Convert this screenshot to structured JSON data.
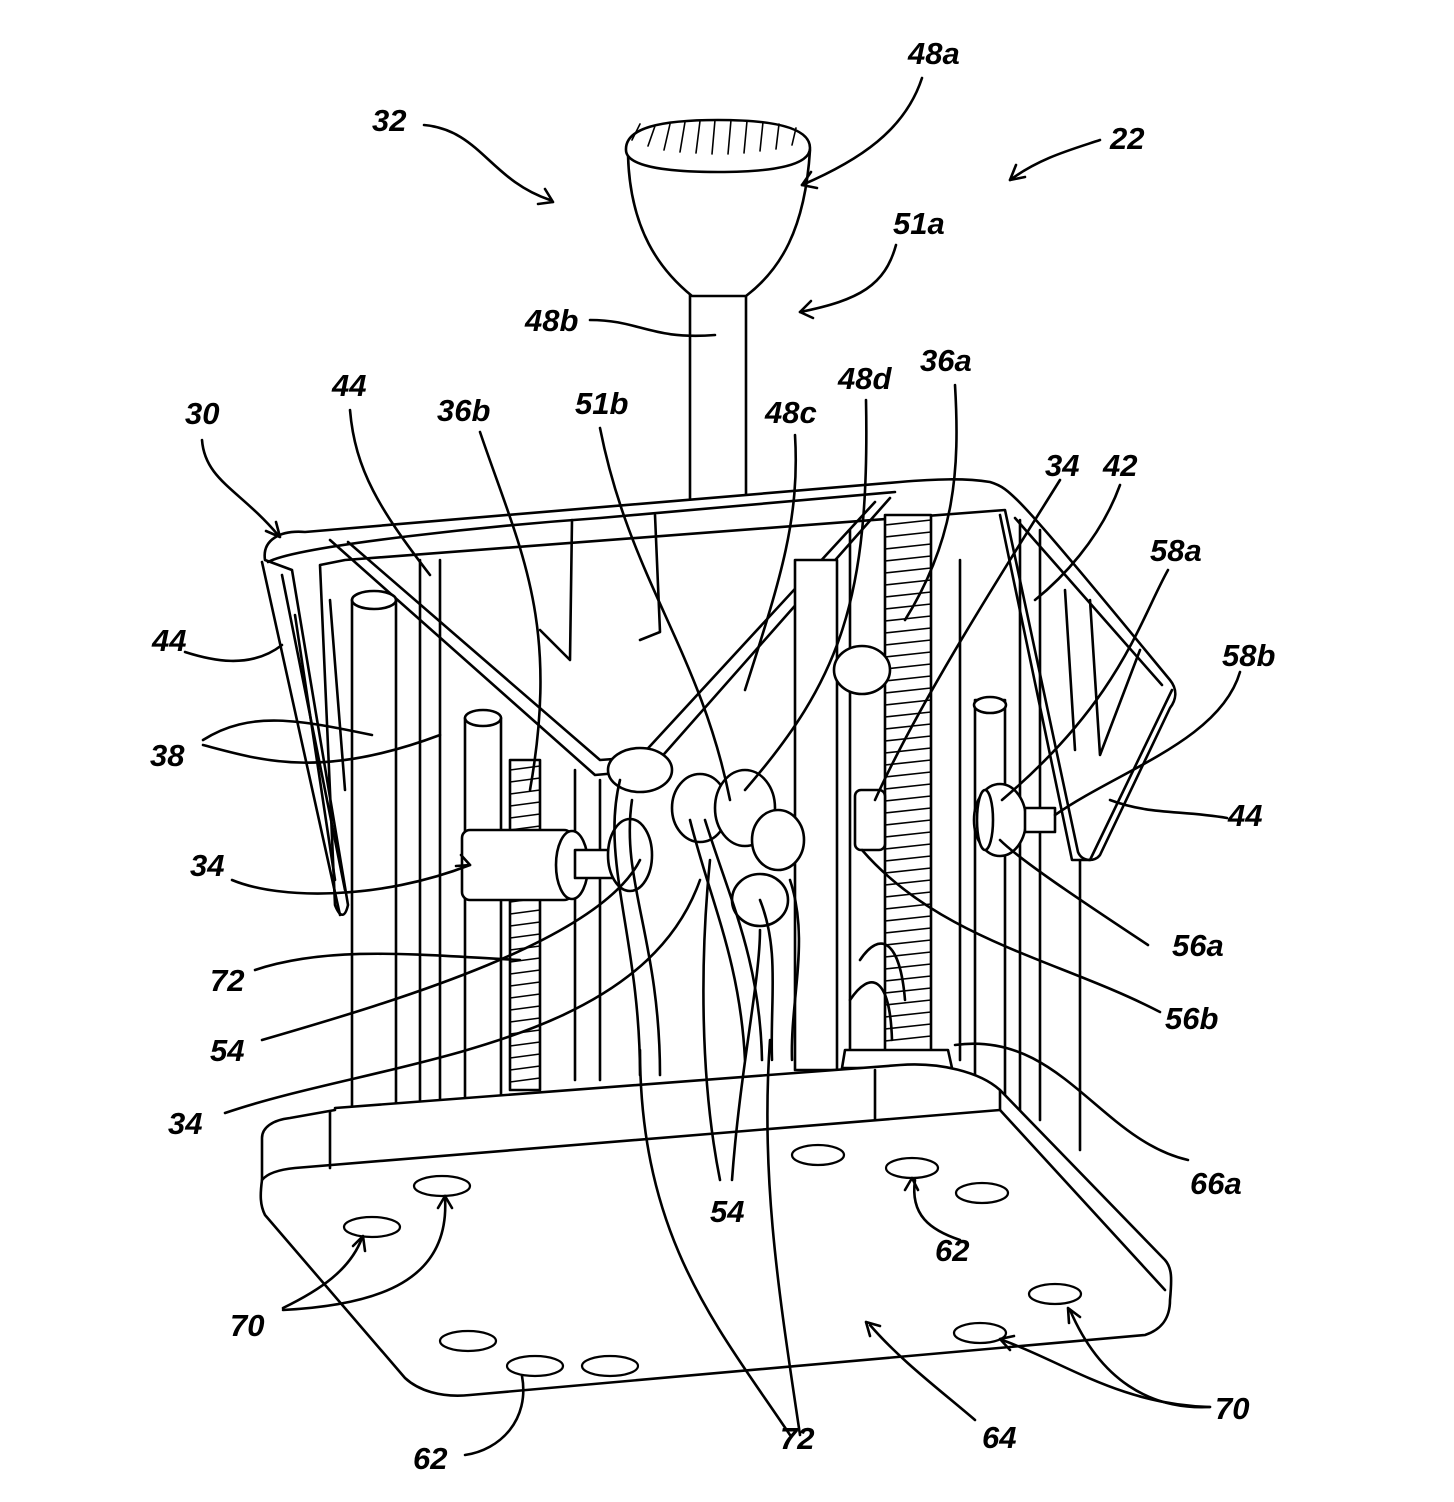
{
  "figure": {
    "labels": [
      {
        "id": "l22",
        "text": "22"
      },
      {
        "id": "l32",
        "text": "32"
      },
      {
        "id": "l48a",
        "text": "48a"
      },
      {
        "id": "l51a",
        "text": "51a"
      },
      {
        "id": "l48b",
        "text": "48b"
      },
      {
        "id": "l30",
        "text": "30"
      },
      {
        "id": "l44a",
        "text": "44"
      },
      {
        "id": "l36b",
        "text": "36b"
      },
      {
        "id": "l51b",
        "text": "51b"
      },
      {
        "id": "l48c",
        "text": "48c"
      },
      {
        "id": "l48d",
        "text": "48d"
      },
      {
        "id": "l36a",
        "text": "36a"
      },
      {
        "id": "l34a",
        "text": "34"
      },
      {
        "id": "l42",
        "text": "42"
      },
      {
        "id": "l58a",
        "text": "58a"
      },
      {
        "id": "l58b",
        "text": "58b"
      },
      {
        "id": "l44b",
        "text": "44"
      },
      {
        "id": "l38",
        "text": "38"
      },
      {
        "id": "l44c",
        "text": "44"
      },
      {
        "id": "l34b",
        "text": "34"
      },
      {
        "id": "l72a",
        "text": "72"
      },
      {
        "id": "l54a",
        "text": "54"
      },
      {
        "id": "l34c",
        "text": "34"
      },
      {
        "id": "l56a",
        "text": "56a"
      },
      {
        "id": "l56b",
        "text": "56b"
      },
      {
        "id": "l66a",
        "text": "66a"
      },
      {
        "id": "l54b",
        "text": "54"
      },
      {
        "id": "l62a",
        "text": "62"
      },
      {
        "id": "l70a",
        "text": "70"
      },
      {
        "id": "l70b",
        "text": "70"
      },
      {
        "id": "l62b",
        "text": "62"
      },
      {
        "id": "l72b",
        "text": "72"
      },
      {
        "id": "l64",
        "text": "64"
      }
    ]
  }
}
